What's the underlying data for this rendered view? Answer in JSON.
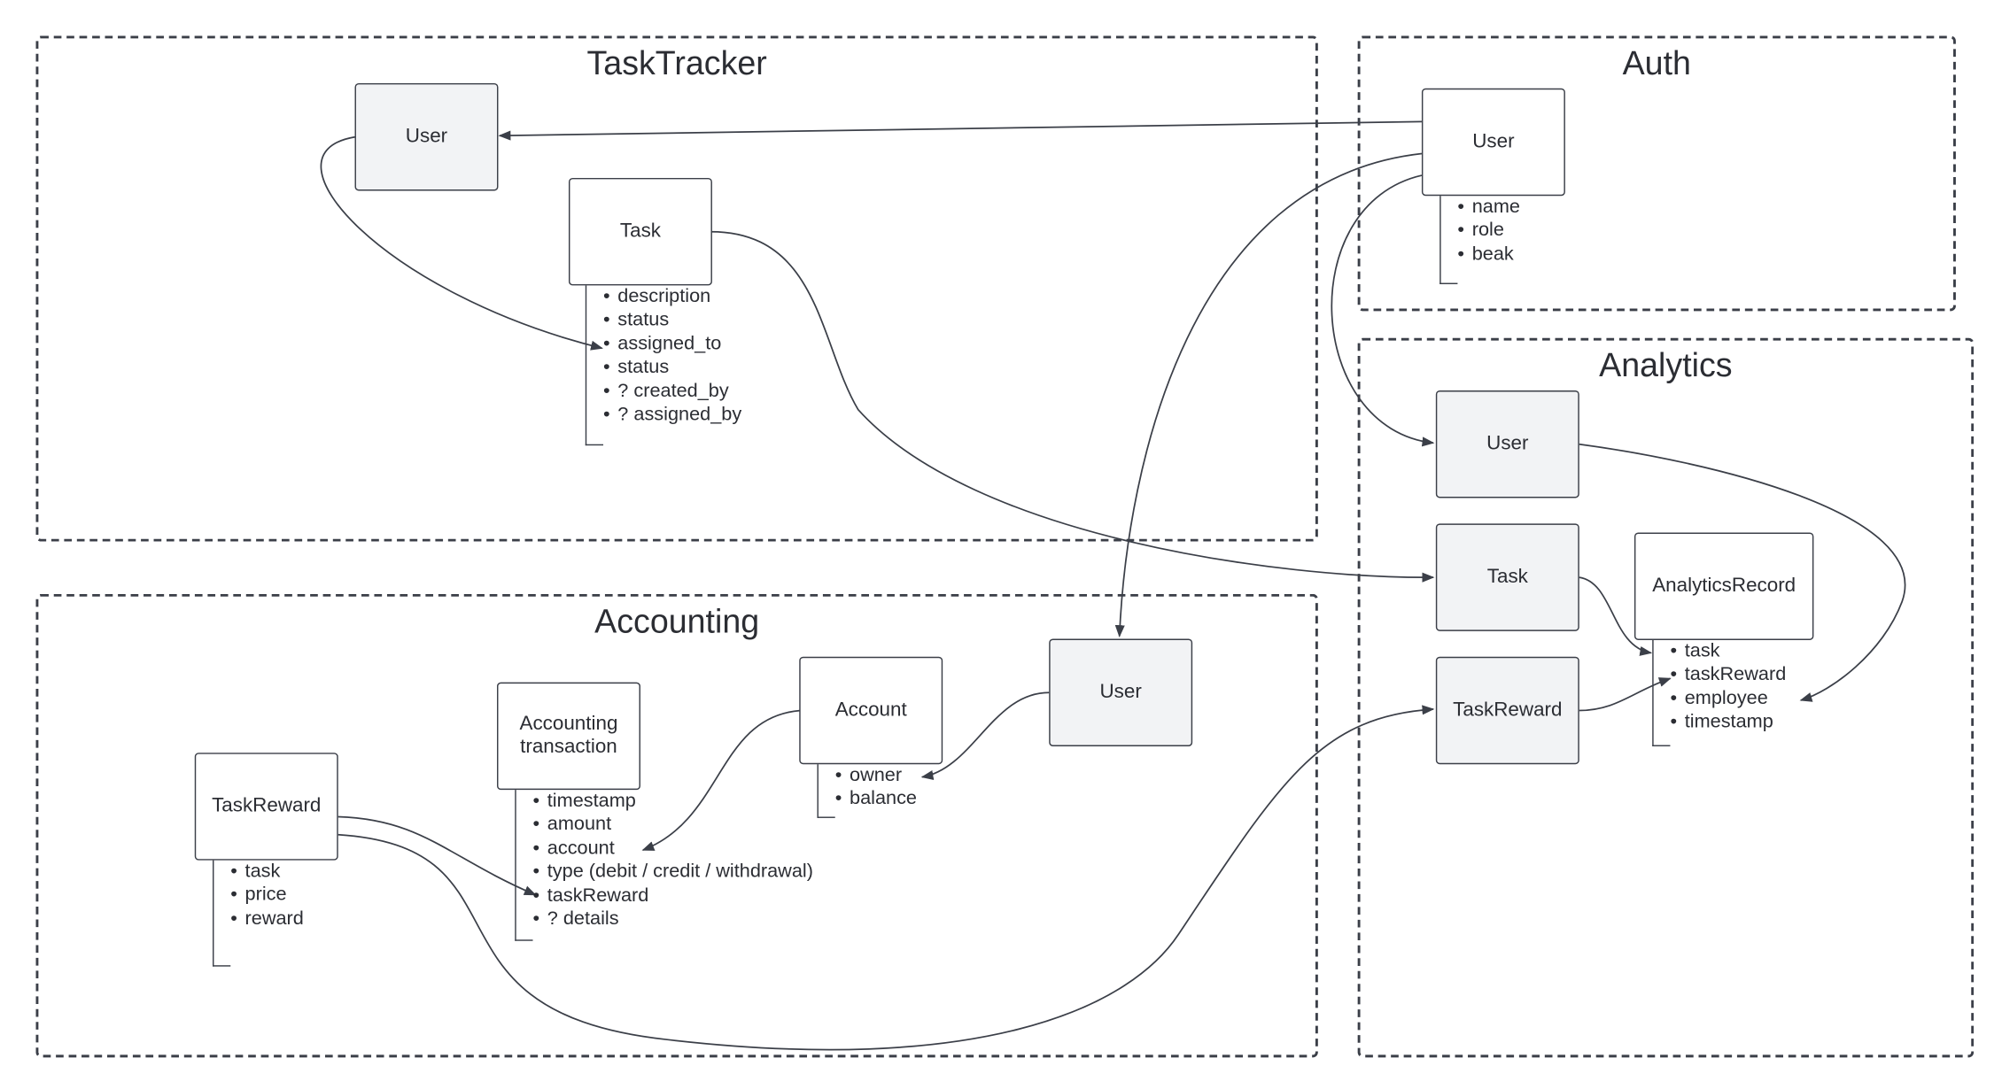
{
  "regions": {
    "tasktracker": {
      "title": "TaskTracker"
    },
    "auth": {
      "title": "Auth"
    },
    "analytics": {
      "title": "Analytics"
    },
    "accounting": {
      "title": "Accounting"
    }
  },
  "entities": {
    "tt_user": {
      "label": "User"
    },
    "tt_task": {
      "label": "Task",
      "fields": [
        "description",
        "status",
        "assigned_to",
        "status",
        "? created_by",
        "? assigned_by"
      ]
    },
    "auth_user": {
      "label": "User",
      "fields": [
        "name",
        "role",
        "beak"
      ]
    },
    "an_user": {
      "label": "User"
    },
    "an_task": {
      "label": "Task"
    },
    "an_taskreward": {
      "label": "TaskReward"
    },
    "an_record": {
      "label": "AnalyticsRecord",
      "fields": [
        "task",
        "taskReward",
        "employee",
        "timestamp"
      ]
    },
    "acc_user": {
      "label": "User"
    },
    "acc_account": {
      "label": "Account",
      "fields": [
        "owner",
        "balance"
      ]
    },
    "acc_transaction": {
      "label": "Accounting transaction",
      "fields": [
        "timestamp",
        "amount",
        "account",
        "type (debit / credit / withdrawal)",
        "taskReward",
        "? details"
      ]
    },
    "acc_taskreward": {
      "label": "TaskReward",
      "fields": [
        "task",
        "price",
        "reward"
      ]
    }
  },
  "colors": {
    "line": "#3b3f48",
    "shared_fill": "#f2f3f5",
    "text": "#2b2d33"
  }
}
